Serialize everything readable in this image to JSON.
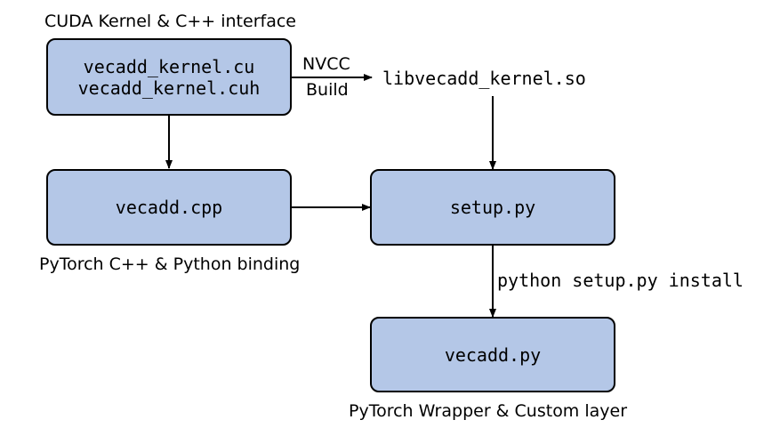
{
  "captions": {
    "cuda_kernel": "CUDA Kernel & C++ interface",
    "pytorch_binding": "PyTorch C++ & Python binding",
    "pytorch_wrapper": "PyTorch Wrapper & Custom layer"
  },
  "boxes": {
    "kernel_files": [
      "vecadd_kernel.cu",
      "vecadd_kernel.cuh"
    ],
    "binding_file": "vecadd.cpp",
    "setup_file": "setup.py",
    "wrapper_file": "vecadd.py"
  },
  "library": "libvecadd_kernel.so",
  "edge_labels": {
    "nvcc": "NVCC",
    "build": "Build",
    "install_cmd": "python setup.py install"
  },
  "colors": {
    "box_fill": "#b4c7e7",
    "box_border": "#000000",
    "arrow": "#000000"
  }
}
